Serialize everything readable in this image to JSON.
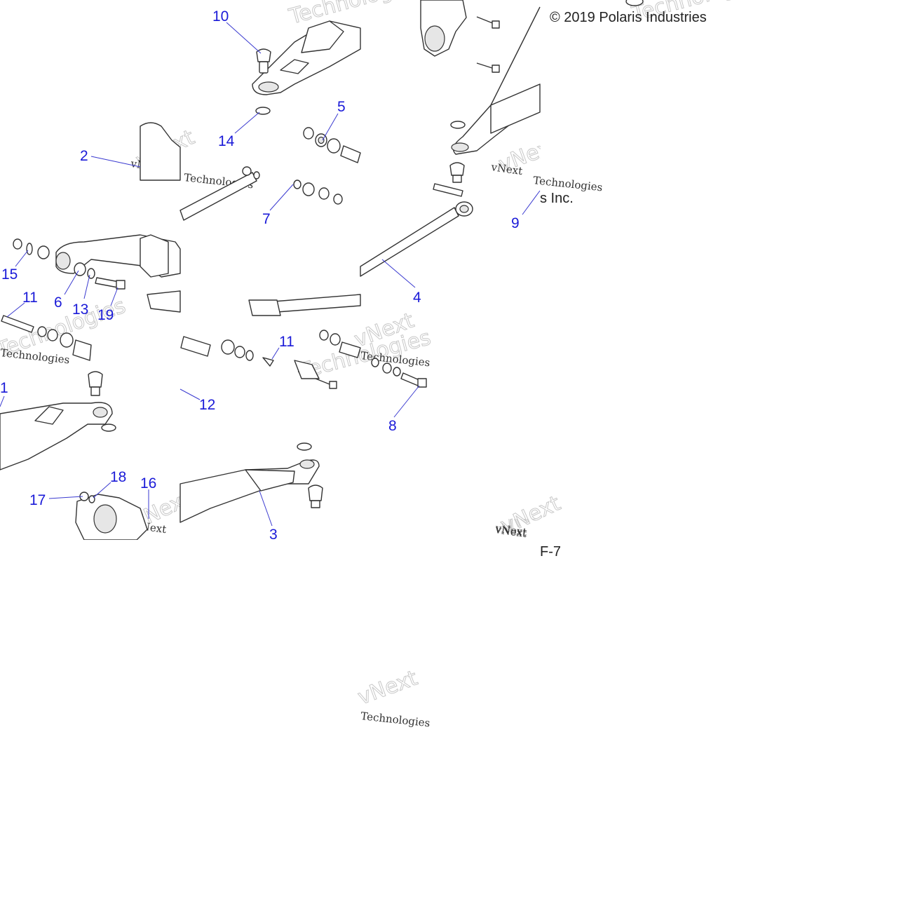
{
  "copyright": "© 2019 Polaris Industries",
  "copyright_tail": "s Inc.",
  "page_ref": "F-7",
  "watermark_main": "vNext",
  "watermark_sub": "Technologies",
  "callouts": [
    "10",
    "14",
    "5",
    "2",
    "7",
    "9",
    "15",
    "6",
    "13",
    "19",
    "11",
    "4",
    "11",
    "8",
    "12",
    "1",
    "18",
    "16",
    "17",
    "3"
  ],
  "colors": {
    "callout": "#1a1ad8",
    "line_art": "#333333",
    "watermark": "#c8c8c8"
  }
}
